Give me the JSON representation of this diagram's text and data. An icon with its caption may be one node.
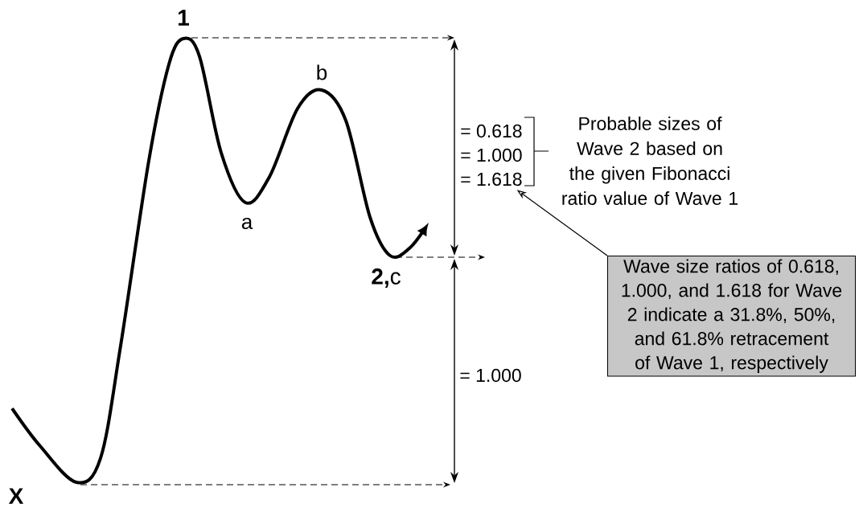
{
  "diagram": {
    "nodes": [
      {
        "text": [
          "Wave size ratios of 0.618, 1.000, and 1.618 for Wave 2 indicate a 31.8%, 50%, and 61.8% retracement of Wave 1, respectively"
        ]
      },
      {
        "text": [
          "= 0.618",
          "= 1.000",
          "= 1.618"
        ]
      }
    ],
    "edges": [
      {
        "from": 0,
        "to": 1,
        "arrow": "to"
      }
    ],
    "labels": [
      "1",
      "b",
      "Probable sizes of Wave 2 based on the given Fibonacci ratio value of Wave 1",
      "a",
      "**2,**c",
      "= 1.000",
      "X"
    ]
  }
}
